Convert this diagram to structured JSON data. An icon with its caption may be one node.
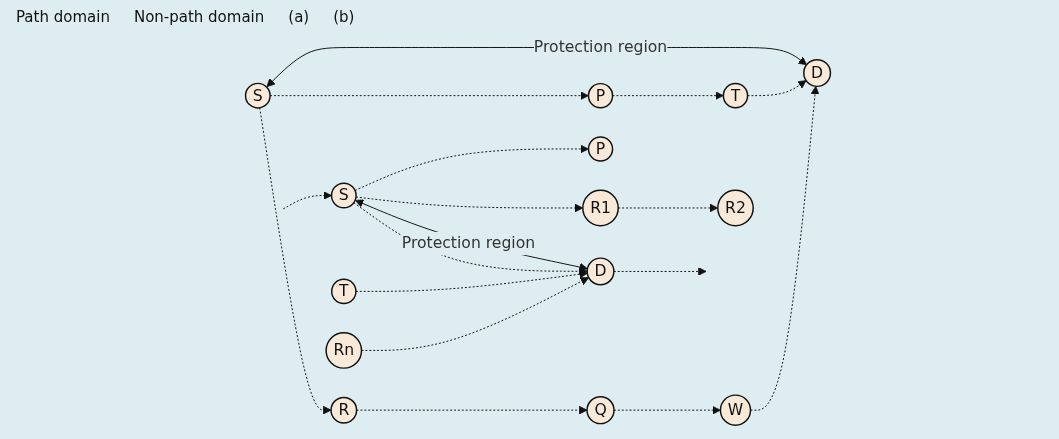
{
  "diagram": {
    "nodes": [
      {
        "text": [
          "S"
        ]
      },
      {
        "text": [
          "P"
        ]
      },
      {
        "text": [
          "Q"
        ]
      },
      {
        "text": [
          "T"
        ]
      },
      {
        "text": [
          "D"
        ]
      },
      {
        "text": [
          "R"
        ]
      },
      {
        "text": [
          "W"
        ]
      },
      {
        "text": [
          "S"
        ]
      },
      {
        "text": [
          "P"
        ]
      },
      {
        "text": [
          "T"
        ]
      },
      {
        "text": [
          "D"
        ]
      },
      {
        "text": [
          "R1"
        ]
      },
      {
        "text": [
          "R2"
        ]
      },
      {
        "text": [
          "Rn"
        ]
      }
    ],
    "edges": [
      {
        "from": 0,
        "to": 4,
        "arrow": "both",
        "label": "Protection region"
      },
      {
        "from": 0,
        "to": 1,
        "arrow": "to",
        "style": "dashed"
      },
      {
        "from": 1,
        "to": 3,
        "arrow": "to",
        "style": "dashed"
      },
      {
        "from": 3,
        "to": 4,
        "arrow": "to",
        "style": "dashed"
      },
      {
        "from": 0,
        "to": 5,
        "arrow": "to",
        "style": "dashed"
      },
      {
        "from": 5,
        "to": 2,
        "arrow": "to",
        "style": "dashed"
      },
      {
        "from": 2,
        "to": 6,
        "arrow": "to",
        "style": "dashed"
      },
      {
        "from": 6,
        "to": 4,
        "arrow": "to",
        "style": "dashed"
      },
      {
        "from": 7,
        "to": 10,
        "arrow": "both",
        "label": "Protection region"
      },
      {
        "from": null,
        "to": 7,
        "arrow": "to",
        "style": "dashed"
      },
      {
        "from": 7,
        "to": 8,
        "arrow": "to",
        "style": "dashed"
      },
      {
        "from": 7,
        "to": 10,
        "arrow": "to",
        "style": "dashed"
      },
      {
        "from": 9,
        "to": 10,
        "arrow": "to",
        "style": "dashed"
      },
      {
        "from": 10,
        "to": null,
        "arrow": "to",
        "style": "dashed"
      },
      {
        "from": 7,
        "to": 11,
        "arrow": "to",
        "style": "dashed"
      },
      {
        "from": 11,
        "to": 12,
        "arrow": "to",
        "style": "dashed"
      },
      {
        "from": 13,
        "to": 10,
        "arrow": "to",
        "style": "dashed"
      }
    ],
    "labels": [
      "Path domain",
      "Non-path domain",
      "(a)",
      "(b)"
    ]
  }
}
